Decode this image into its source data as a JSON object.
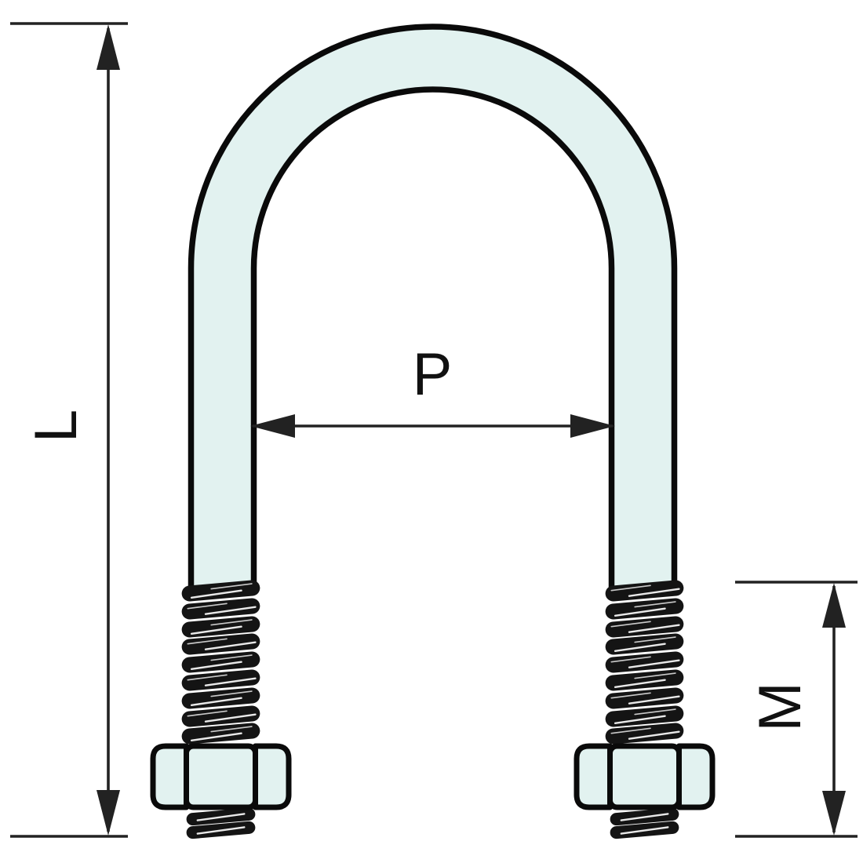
{
  "diagram": {
    "labels": {
      "length": "L",
      "pitch": "P",
      "thread_length": "M"
    }
  },
  "colors": {
    "background": "#ffffff",
    "body_fill": "#e2f2f0",
    "outline": "#0a0a0a",
    "thread_dark": "#141414",
    "thread_highlight": "#e9e9e9",
    "dimension_line": "#222222",
    "label_text": "#111111"
  }
}
